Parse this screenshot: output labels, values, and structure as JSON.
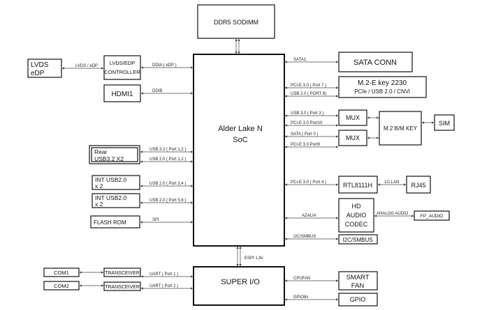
{
  "blocks": {
    "ddr5": "DDR5 SODIMM",
    "soc_line1": "Alder Lake N",
    "soc_line2": "SoC",
    "lvds_edp_l1": "LVDS",
    "lvds_edp_l2": "eDP",
    "lvds_ctrl_l1": "LVDS/EDP",
    "lvds_ctrl_l2": "CONTROLLER",
    "hdmi1": "HDMI1",
    "rear_usb_l1": "Rear",
    "rear_usb_l2": "USB3.2 X2",
    "int_usb_a_l1": "INT USB2.0",
    "int_usb_a_l2": "x 2",
    "int_usb_b_l1": "INT USB2.0",
    "int_usb_b_l2": "x 2",
    "flash_rom": "FLASH ROM",
    "sata_conn": "SATA CONN",
    "m2e_l1": "M.2-E key 2230",
    "m2e_l2": "PCIe / USB 2.0 / CNVi",
    "mux1": "MUX",
    "mux2": "MUX",
    "m2bm": "M.2 B/M KEY",
    "sim": "SIM",
    "rtl": "RTL8111H",
    "rj45": "RJ45",
    "hd_audio_l1": "HD",
    "hd_audio_l2": "AUDIO",
    "hd_audio_l3": "CODEC",
    "fp_audio": "FP_AUDIO",
    "i2c_box": "I2C/SMBUS",
    "super_io": "SUPER I/O",
    "smart_fan_l1": "SMART",
    "smart_fan_l2": "FAN",
    "gpio": "GPIO",
    "com1": "COM1",
    "com2": "COM2",
    "transceiver1": "TRANSCEIVER",
    "transceiver2": "TRANSCEIVER"
  },
  "buses": {
    "lvds_edp": "LVDS / eDP",
    "ddia": "DDIA ( eDP )",
    "ddib": "DDIB",
    "sata1": "SATA1",
    "pcie_port7": "PCI-E 3.0 ( Port 7 )",
    "usb2_port8": "USB 2.0 ( PORT 8)",
    "usb3_port3": "USB 3.0 ( Port 3 )",
    "pcie_port10": "PCI-E 3.0      Port10",
    "sata_port0": "SATA ( Port 0 )",
    "pcie_port9": "PCI-E 3.0      Port9",
    "usb32_port12": "USB 3.2 ( Port 1,2 )",
    "usb20_port12": "USB 2.0 ( Port 1,2 )",
    "usb20_port34": "USB 2.0 ( Port 3,4 )",
    "usb20_port56": "USB 2.0 ( Port 5,6 )",
    "spi": "SPI",
    "pcie_port4": "PCI-E 3.0 ( Port 4 )",
    "lan_1g": "1G LAN",
    "azalia": "AZALIA",
    "analog_audio": "ANALOG AUDIO",
    "i2c_smbus": "I2C/SMBUS",
    "espi": "ESPI 1.8v",
    "uart_port1": "UART ( Port 1 )",
    "uart_port2": "UART ( Port 2 )",
    "cpufan": "CPUFAN",
    "gpio8x": "GPIO8x"
  }
}
